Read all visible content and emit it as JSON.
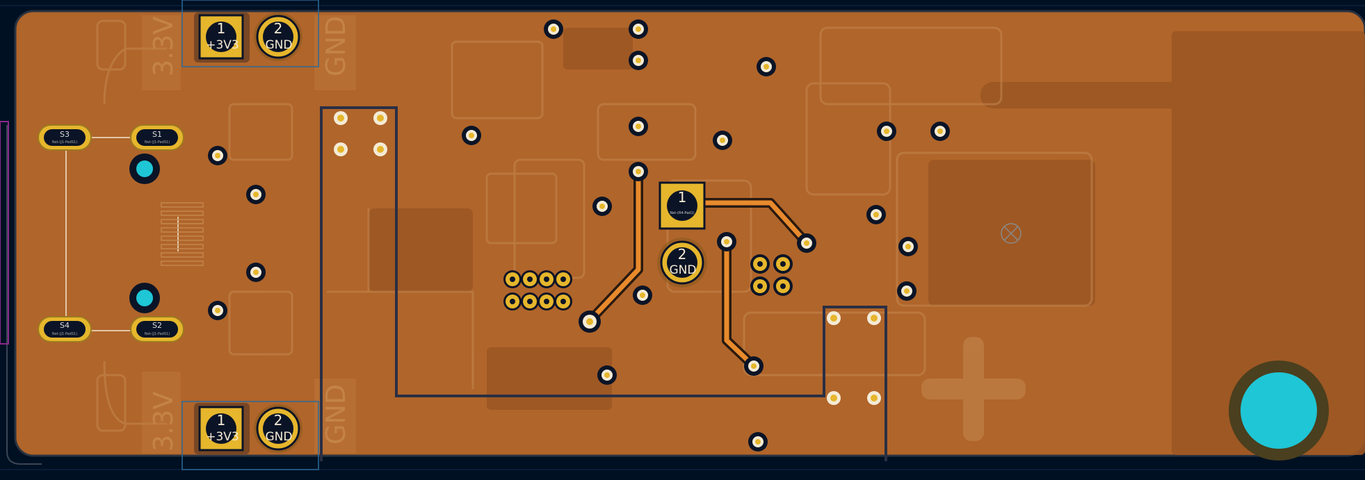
{
  "app": {
    "view": "pcb-editor-canvas",
    "colors": {
      "background": "#001023",
      "board_fill": "#B0652A",
      "copper_dark": "#8A4E22",
      "silk_faint": "#C48950",
      "pad_gold": "#E6B62C",
      "pad_dark": "#0B1426",
      "trace": "#E88A2C",
      "cyan": "#1FC6D6",
      "outline_dark": "#1E2A36",
      "zone_line": "#2A2F44",
      "grid_blue": "#2A6A9A"
    }
  },
  "pads": {
    "top_left_1": {
      "number": "1",
      "net": "+3V3"
    },
    "top_left_2": {
      "number": "2",
      "net": "GND"
    },
    "bot_left_1": {
      "number": "1",
      "net": "+3V3"
    },
    "bot_left_2": {
      "number": "2",
      "net": "GND"
    },
    "center_1": {
      "number": "1",
      "net": "Net-(R4-Pad1)"
    },
    "center_2": {
      "number": "2",
      "net": "GND"
    }
  },
  "silkscreen": {
    "label_3v3_top": "3.3V",
    "label_gnd_top": "GND",
    "label_3v3_bot": "3.3V",
    "label_gnd_bot": "GND"
  },
  "switch_pads": {
    "s3": {
      "ref": "S3",
      "net": "Net-(J1-PadS1)"
    },
    "s1": {
      "ref": "S1",
      "net": "Net-(J1-PadS1)"
    },
    "s4": {
      "ref": "S4",
      "net": "Net-(J1-PadS1)"
    },
    "s2": {
      "ref": "S2",
      "net": "Net-(J1-PadS1)"
    }
  }
}
